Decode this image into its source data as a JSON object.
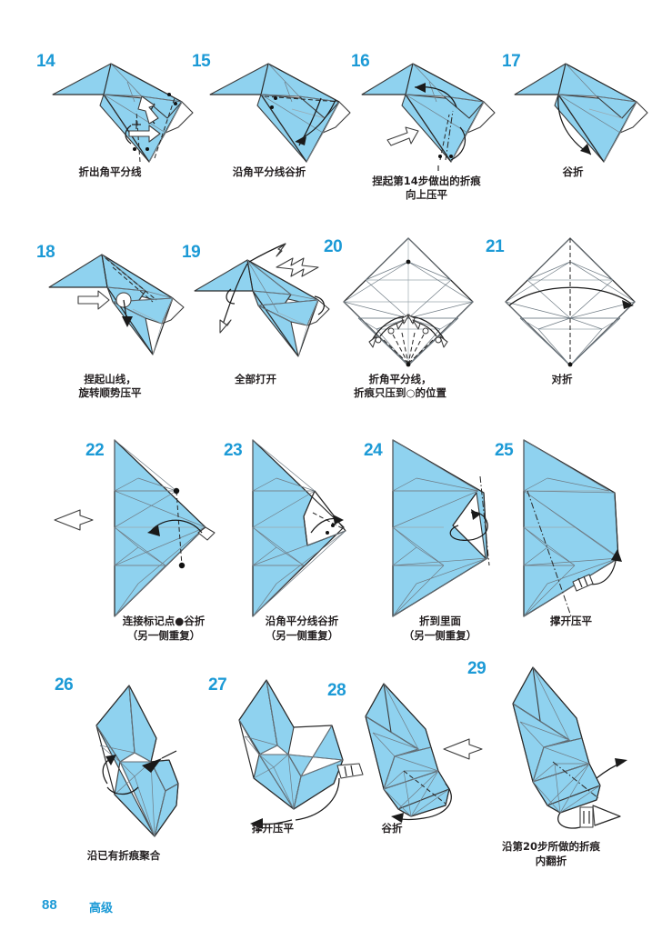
{
  "document": {
    "title": "折纸图解 第88页 高级",
    "page_number": "88",
    "level_label": "高级",
    "accent_color": "#1c9ad6",
    "paper_fill_color": "#8fd2ef",
    "paper_back_color": "#ffffff",
    "crease_color": "#6f7b84",
    "text_color": "#231f20"
  },
  "steps": [
    {
      "number": "14",
      "caption_lines": [
        "折出角平分线"
      ],
      "shape": "bird-base-side"
    },
    {
      "number": "15",
      "caption_lines": [
        "沿角平分线谷折"
      ],
      "shape": "bird-base-side"
    },
    {
      "number": "16",
      "caption_lines": [
        "捏起第14步做出的折痕",
        "向上压平"
      ],
      "shape": "bird-base-side"
    },
    {
      "number": "17",
      "caption_lines": [
        "谷折"
      ],
      "shape": "bird-base-side"
    },
    {
      "number": "18",
      "caption_lines": [
        "捏起山线，",
        "旋转顺势压平"
      ],
      "shape": "bird-base-side"
    },
    {
      "number": "19",
      "caption_lines": [
        "全部打开"
      ],
      "shape": "bird-base-side"
    },
    {
      "number": "20",
      "caption_lines": [
        "折角平分线，",
        "折痕只压到○的位置"
      ],
      "shape": "crease-diamond"
    },
    {
      "number": "21",
      "caption_lines": [
        "对折"
      ],
      "shape": "crease-diamond"
    },
    {
      "number": "22",
      "caption_lines": [
        "连接标记点●谷折",
        "（另一侧重复）"
      ],
      "shape": "half-diamond"
    },
    {
      "number": "23",
      "caption_lines": [
        "沿角平分线谷折",
        "（另一侧重复）"
      ],
      "shape": "half-diamond"
    },
    {
      "number": "24",
      "caption_lines": [
        "折到里面",
        "（另一侧重复）"
      ],
      "shape": "half-diamond"
    },
    {
      "number": "25",
      "caption_lines": [
        "撑开压平"
      ],
      "shape": "half-diamond"
    },
    {
      "number": "26",
      "caption_lines": [
        "沿已有折痕聚合"
      ],
      "shape": "collapsed-form"
    },
    {
      "number": "27",
      "caption_lines": [
        "撑开压平"
      ],
      "shape": "collapsed-form"
    },
    {
      "number": "28",
      "caption_lines": [
        "谷折"
      ],
      "shape": "collapsed-form"
    },
    {
      "number": "29",
      "caption_lines": [
        "沿第20步所做的折痕",
        "内翻折"
      ],
      "shape": "collapsed-form"
    }
  ],
  "symbols": {
    "turn_arrow": "hollow-arrow",
    "repeat_arrow": "hollow-double-arrow",
    "push_arrow": "hollow-push-arrow",
    "valley_fold": "dashed-line",
    "mountain_fold": "dash-dot-line",
    "mark_point": "●",
    "crease_stop_mark": "○"
  }
}
